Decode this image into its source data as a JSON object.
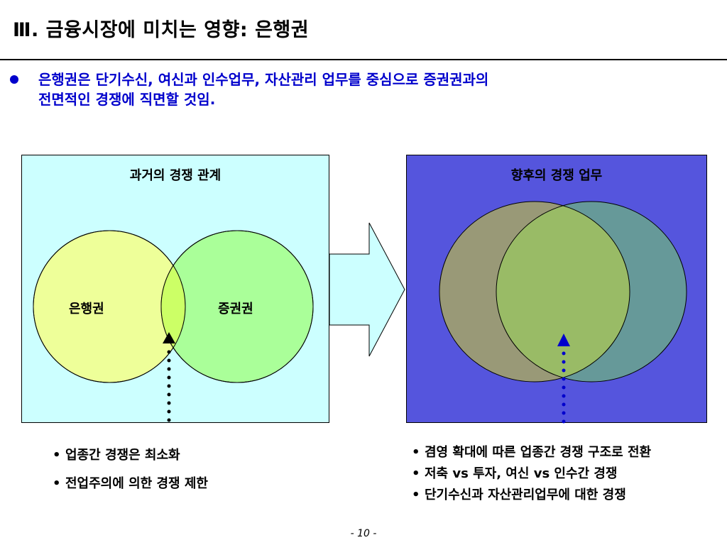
{
  "title": "Ⅲ. 금융시장에 미치는 영향: 은행권",
  "lead": {
    "line1": "은행권은  단기수신, 여신과 인수업무, 자산관리 업무를 중심으로 증권권과의",
    "line2": "전면적인 경쟁에 직면할 것임."
  },
  "left_panel": {
    "title": "과거의 경쟁 관계",
    "bank_label": "은행권",
    "securities_label": "증권권",
    "bullets": [
      "업종간 경쟁은 최소화",
      "전업주의에 의한 경쟁 제한"
    ]
  },
  "right_panel": {
    "title": "향후의 경쟁 업무",
    "bullets": [
      "겸영 확대에 따른 업종간 경쟁 구조로 전환",
      "저축 vs 투자, 여신 vs 인수간 경쟁",
      "단기수신과 자산관리업무에 대한 경쟁"
    ]
  },
  "page_number": "- 10 -",
  "colors": {
    "lead_text": "#0000cc",
    "left_panel_bg": "#ccffff",
    "right_panel_bg": "#5555dd",
    "bank_circle_left": "#eeff99",
    "securities_circle_left": "#aaff99",
    "overlap_left": "#ccff66",
    "bank_circle_right": "#999977",
    "securities_circle_right": "#669999",
    "overlap_right": "#99bb66",
    "pointer_right": "#0000cc"
  }
}
